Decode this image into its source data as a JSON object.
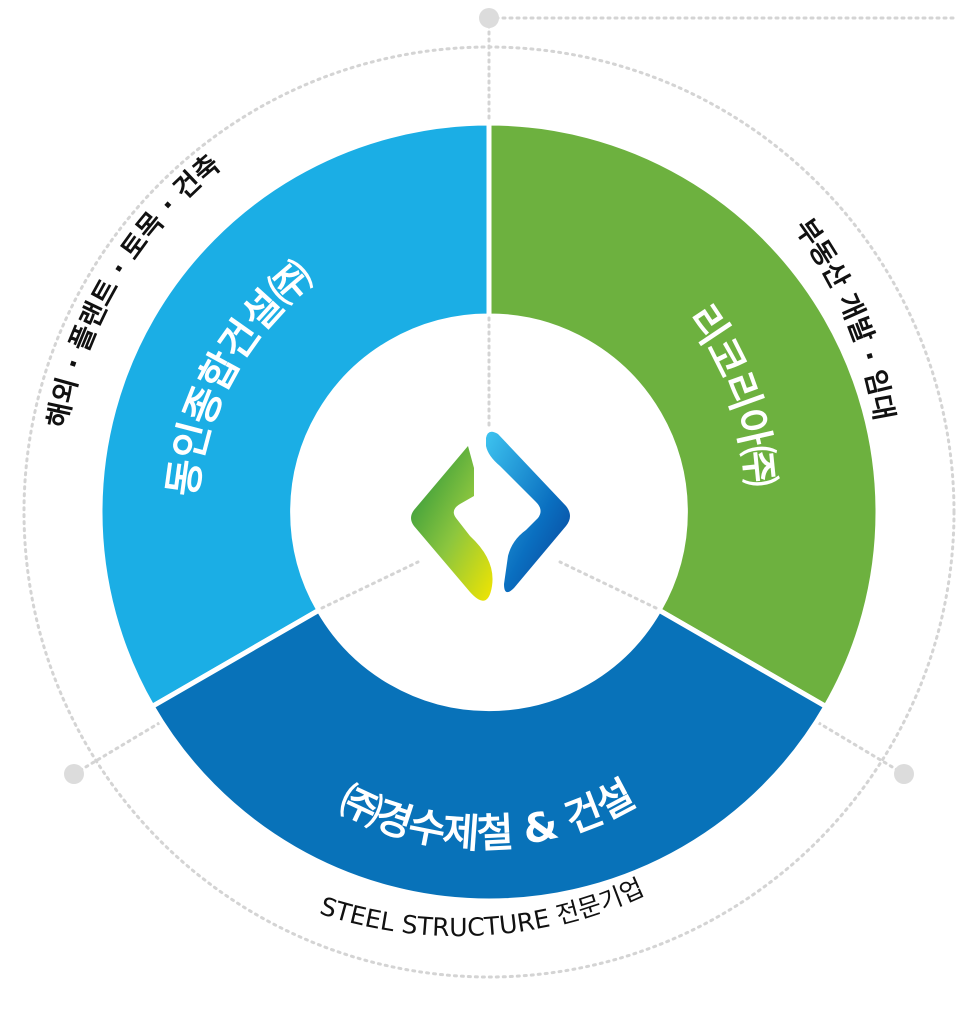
{
  "colors": {
    "segment_left": "#1BAEE5",
    "segment_right": "#6DB13F",
    "segment_bottom": "#0872B9",
    "center": "#FFFFFF",
    "dotted_line": "#D4D4D4",
    "node_dot": "#DCDCDC"
  },
  "segments": {
    "left": {
      "company": "동인종합건설㈜",
      "business": "해외 · 플랜트 · 토목 · 건축"
    },
    "right": {
      "company": "리코리아㈜",
      "business": "부동산 개발 · 임대"
    },
    "bottom": {
      "company": "㈜경수제철 & 건설",
      "business": "STEEL STRUCTURE 전문기업"
    }
  },
  "logo": {
    "icon": "company-logo-icon"
  }
}
